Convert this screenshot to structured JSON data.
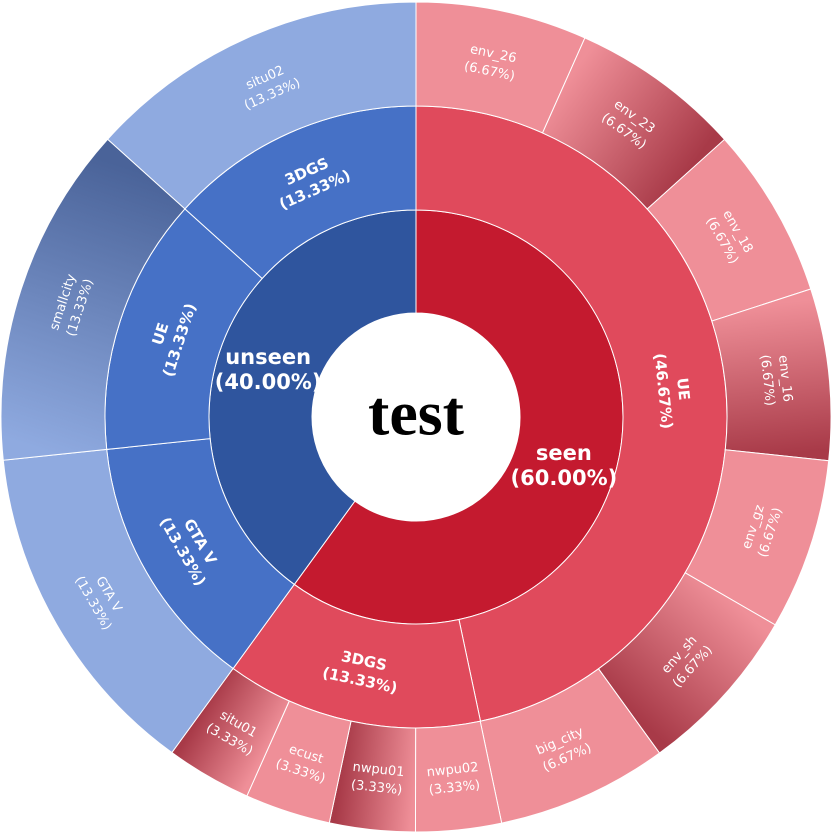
{
  "chart_data": {
    "type": "sunburst",
    "title": "test",
    "colors": {
      "seen_inner": "#C41A2F",
      "seen_mid": "#E04A5C",
      "seen_outer": "#EF8F98",
      "seen_outer_dark": "#A83A48",
      "unseen_inner": "#2F559E",
      "unseen_mid": "#4671C6",
      "unseen_outer": "#8FAAE0",
      "unseen_outer_dark": "#4A6399",
      "separator": "#ffffff"
    },
    "rings": [
      {
        "level": 1,
        "segments": [
          {
            "label": "seen",
            "pct": "(60.00%)",
            "value": 60.0,
            "group": "seen"
          },
          {
            "label": "unseen",
            "pct": "(40.00%)",
            "value": 40.0,
            "group": "unseen"
          }
        ]
      },
      {
        "level": 2,
        "segments": [
          {
            "label": "UE",
            "pct": "(46.67%)",
            "value": 46.67,
            "group": "seen"
          },
          {
            "label": "3DGS",
            "pct": "(13.33%)",
            "value": 13.33,
            "group": "seen"
          },
          {
            "label": "GTA V",
            "pct": "(13.33%)",
            "value": 13.33,
            "group": "unseen"
          },
          {
            "label": "UE",
            "pct": "(13.33%)",
            "value": 13.33,
            "group": "unseen"
          },
          {
            "label": "3DGS",
            "pct": "(13.33%)",
            "value": 13.33,
            "group": "unseen"
          }
        ]
      },
      {
        "level": 3,
        "segments": [
          {
            "label": "env_26",
            "pct": "(6.67%)",
            "value": 6.67,
            "group": "seen",
            "shade": "light"
          },
          {
            "label": "env_23",
            "pct": "(6.67%)",
            "value": 6.67,
            "group": "seen",
            "shade": "dark"
          },
          {
            "label": "env_18",
            "pct": "(6.67%)",
            "value": 6.67,
            "group": "seen",
            "shade": "light"
          },
          {
            "label": "env_16",
            "pct": "(6.67%)",
            "value": 6.67,
            "group": "seen",
            "shade": "dark"
          },
          {
            "label": "env_gz",
            "pct": "(6.67%)",
            "value": 6.67,
            "group": "seen",
            "shade": "light"
          },
          {
            "label": "env_sh",
            "pct": "(6.67%)",
            "value": 6.67,
            "group": "seen",
            "shade": "dark"
          },
          {
            "label": "big_city",
            "pct": "(6.67%)",
            "value": 6.67,
            "group": "seen",
            "shade": "light"
          },
          {
            "label": "nwpu02",
            "pct": "(3.33%)",
            "value": 3.33,
            "group": "seen",
            "shade": "light"
          },
          {
            "label": "nwpu01",
            "pct": "(3.33%)",
            "value": 3.33,
            "group": "seen",
            "shade": "dark"
          },
          {
            "label": "ecust",
            "pct": "(3.33%)",
            "value": 3.33,
            "group": "seen",
            "shade": "light"
          },
          {
            "label": "situ01",
            "pct": "(3.33%)",
            "value": 3.33,
            "group": "seen",
            "shade": "dark"
          },
          {
            "label": "GTA V",
            "pct": "(13.33%)",
            "value": 13.33,
            "group": "unseen",
            "shade": "light"
          },
          {
            "label": "smallcity",
            "pct": "(13.33%)",
            "value": 13.33,
            "group": "unseen",
            "shade": "dark"
          },
          {
            "label": "situ02",
            "pct": "(13.33%)",
            "value": 13.33,
            "group": "unseen",
            "shade": "light"
          }
        ]
      }
    ]
  }
}
